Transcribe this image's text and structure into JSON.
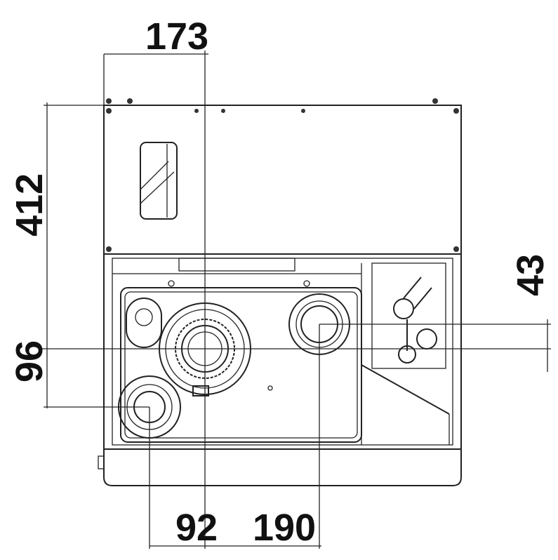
{
  "drawing": {
    "title": "Appliance front view dimension drawing",
    "dimensions": {
      "top_offset": "173",
      "height": "412",
      "left_offset": "96",
      "right_offset": "43",
      "bottom_left": "92",
      "bottom_right": "190"
    },
    "colors": {
      "line": "#222222",
      "panel": "#eeeeee",
      "body": "#ffffff"
    }
  }
}
